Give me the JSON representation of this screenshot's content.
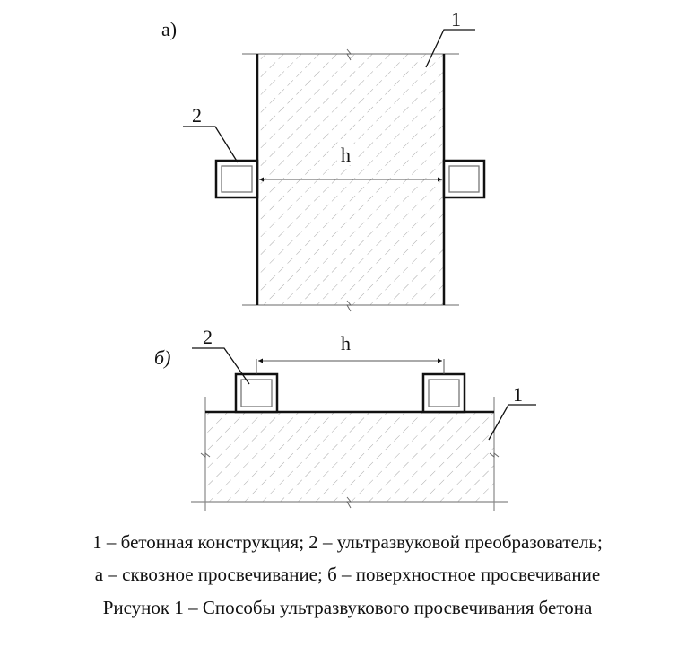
{
  "diagram_a": {
    "label": "а)",
    "concrete_label": "1",
    "transducer_label": "2",
    "dimension_label": "h"
  },
  "diagram_b": {
    "label": "б)",
    "concrete_label": "1",
    "transducer_label": "2",
    "dimension_label": "h"
  },
  "caption": {
    "legend_line1": "1 – бетонная конструкция; 2 – ультразвуковой преобразователь;",
    "legend_line2": "а – сквозное просвечивание; б – поверхностное просвечивание",
    "title": "Рисунок 1 – Способы ультразвукового просвечивания бетона"
  },
  "colors": {
    "line": "#111111",
    "hatch": "#9a9a9a"
  }
}
